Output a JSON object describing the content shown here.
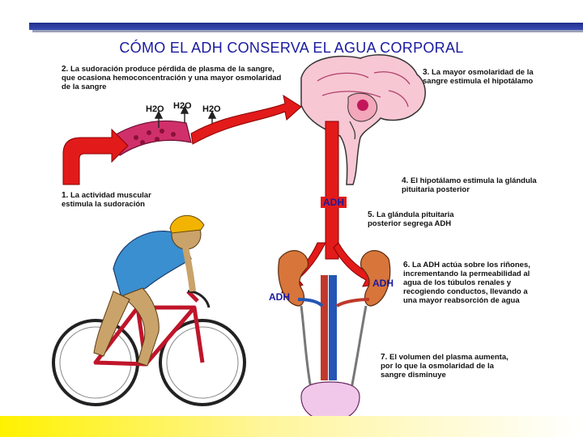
{
  "title": "CÓMO EL ADH CONSERVA EL AGUA CORPORAL",
  "steps": {
    "s1": {
      "num": "1.",
      "text": "La actividad muscular estimula la sudoración"
    },
    "s2": {
      "num": "2.",
      "text": "La sudoración produce pérdida de plasma de la sangre, que ocasiona hemoconcentración y una mayor osmolaridad de la sangre"
    },
    "s3": {
      "num": "3.",
      "text": "La mayor osmolaridad de la sangre estimula el hipotálamo"
    },
    "s4": {
      "num": "4.",
      "text": "El hipotálamo estimula la glándula pituitaria posterior"
    },
    "s5": {
      "num": "5.",
      "text": "La glándula pituitaria posterior segrega ADH"
    },
    "s6": {
      "num": "6.",
      "text": "La ADH actúa sobre los riñones, incrementando la permeabilidad al agua de los túbulos renales y recogiendo conductos, llevando a una mayor reabsorción de agua"
    },
    "s7": {
      "num": "7.",
      "text": "El volumen del plasma aumenta, por lo que la osmolaridad de la sangre disminuye"
    }
  },
  "water_labels": {
    "w1": "H2O",
    "w2": "H2O",
    "w3": "H2O"
  },
  "adh_labels": {
    "a1": "ADH",
    "a2": "ADH",
    "a3": "ADH"
  },
  "colors": {
    "accent": "#1a1aa0",
    "arrow": "#e21a1a",
    "bar": "#2a3aa8",
    "vessel": "#d0306a"
  }
}
